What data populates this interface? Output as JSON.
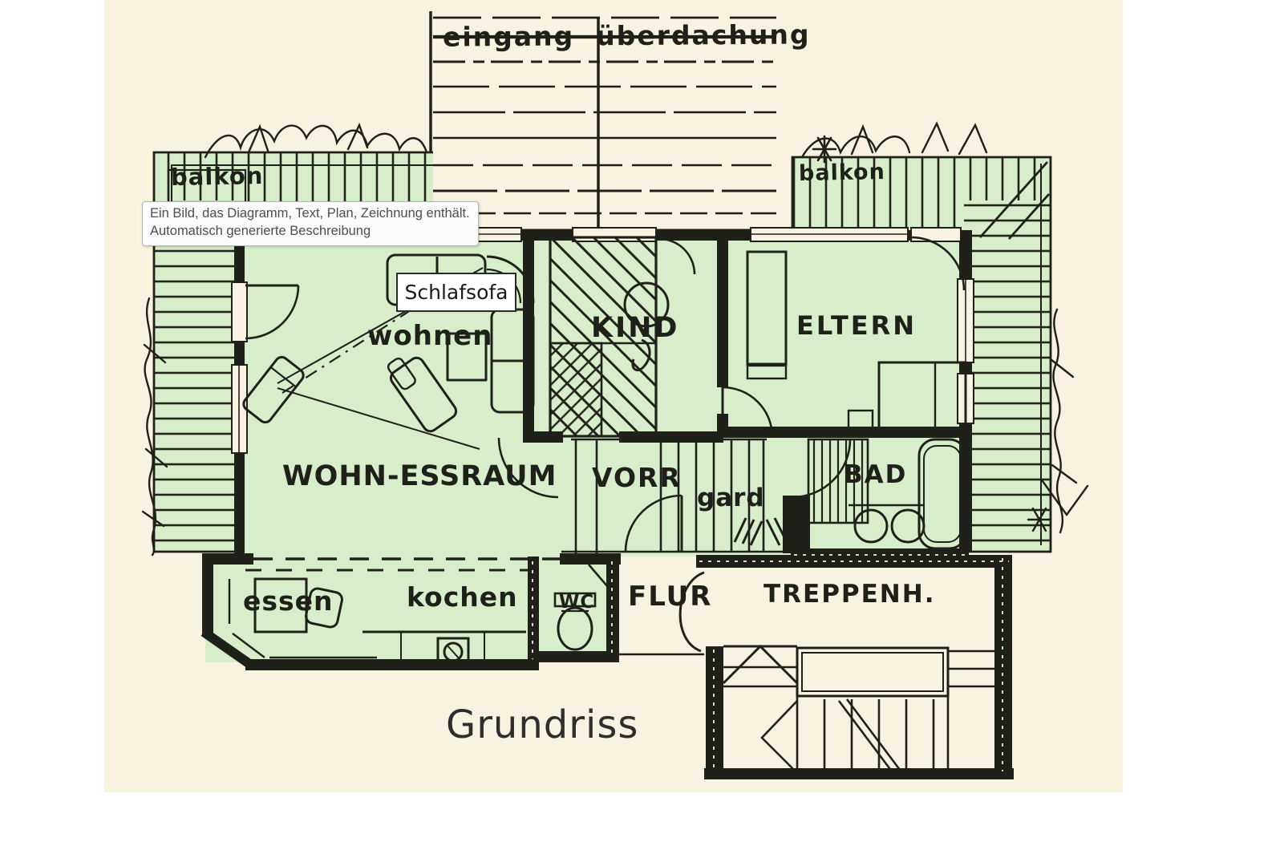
{
  "plan": {
    "title": "Grundriss",
    "overlay_label": "Schlafsofa",
    "rooms": {
      "canopy": "eingang  überdachung",
      "balcony_left": "balkon",
      "balcony_right": "balkon",
      "living": "wohnen",
      "child": "KIND",
      "parents": "ELTERN",
      "living_dining": "WOHN-ESSRAUM",
      "anteroom": "VORR",
      "wardrobe": "gard",
      "bath": "BAD",
      "dining": "essen",
      "kitchen": "kochen",
      "wc": "WC",
      "hall": "FLUR",
      "stairwell": "TREPPENH."
    },
    "colors": {
      "paper": "#f8f3e1",
      "room_fill": "#d8eecb",
      "line": "#20201a",
      "tooltip_bg": "#fcfcfc",
      "tooltip_text": "#4d4d4d"
    }
  },
  "tooltip": {
    "line1": "Ein Bild, das Diagramm, Text, Plan, Zeichnung enthält.",
    "line2": "Automatisch generierte Beschreibung"
  }
}
